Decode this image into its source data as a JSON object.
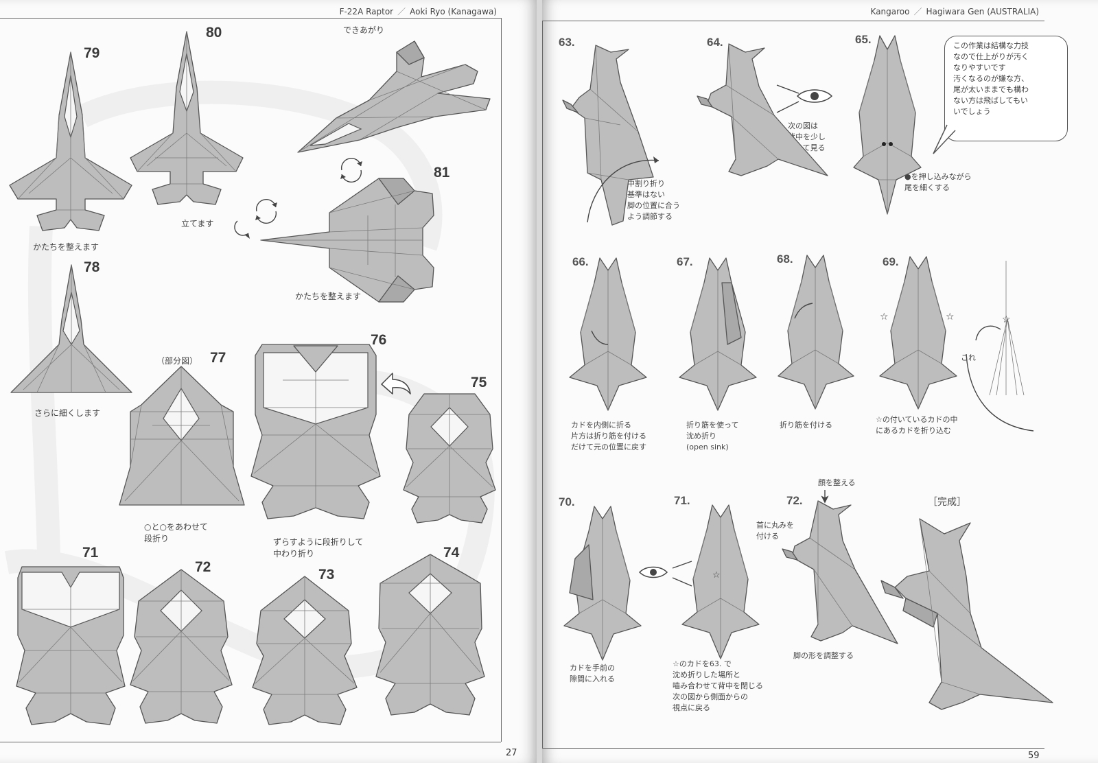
{
  "left_page": {
    "header": {
      "title": "F-22A Raptor",
      "separator": "／",
      "author": "Aoki Ryo (Kanagawa)"
    },
    "page_number": "27",
    "steps": {
      "s79": "79",
      "s80": "80",
      "s81": "81",
      "s78": "78",
      "s77": "77",
      "s76": "76",
      "s75": "75",
      "s71": "71",
      "s72": "72",
      "s73": "73",
      "s74": "74"
    },
    "captions": {
      "dekiagari": "できあがり",
      "katachi1": "かたちを整えます",
      "tatemasu": "立てます",
      "katachi2": "かたちを整えます",
      "sarani": "さらに細くします",
      "bubunzu": "（部分図）",
      "dan1": "○と○をあわせて\n段折り",
      "dan2": "ずらすように段折りして\n中わり折り"
    }
  },
  "right_page": {
    "header": {
      "title": "Kangaroo",
      "separator": "／",
      "author": "Hagiwara Gen (AUSTRALIA)"
    },
    "page_number": "59",
    "steps": {
      "s63": "63.",
      "s64": "64.",
      "s65": "65.",
      "s66": "66.",
      "s67": "67.",
      "s68": "68.",
      "s69": "69.",
      "s70": "70.",
      "s71": "71.",
      "s72": "72.",
      "kansei": "［完成］"
    },
    "captions": {
      "c63": "中割り折り\n基準はない\n脚の位置に合う\nよう調節する",
      "c64": "次の図は\n背中を少し\n開いて見る",
      "c65": "●を押し込みながら\n尾を細くする",
      "bubble": "この作業は結構な力技\nなので仕上がりが汚く\nなりやすいです\n汚くなるのが嫌な方、\n尾が太いままでも構わ\nない方は飛ばしてもい\nいでしょう",
      "c66": "カドを内側に折る\n片方は折り筋を付ける\nだけて元の位置に戻す",
      "c67": "折り筋を使って\n沈め折り\n(open sink)",
      "c68": "折り筋を付ける",
      "c69": "☆の付いているカドの中\nにあるカドを折り込む",
      "kore": "これ",
      "c70": "カドを手前の\n隙間に入れる",
      "c71": "☆のカドを63. で\n沈め折りした場所と\n嚙み合わせて背中を閉じる\n次の図から側面からの\n視点に戻る",
      "c72a": "顔を整える",
      "c72b": "首に丸みを\n付ける",
      "c72c": "脚の形を調整する"
    }
  }
}
